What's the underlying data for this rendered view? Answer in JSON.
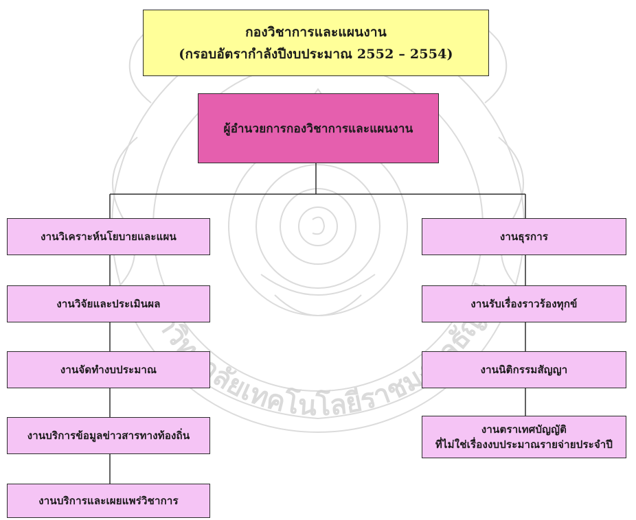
{
  "title": {
    "line1": "กองวิชาการและแผนงาน",
    "line2": "(กรอบอัตรากำลังปีงบประมาณ 2552 – 2554)"
  },
  "director": {
    "label": "ผู้อำนวยการกองวิชาการและแผนงาน"
  },
  "left_units": [
    {
      "label": "งานวิเคราะห์นโยบายและแผน"
    },
    {
      "label": "งานวิจัยและประเมินผล"
    },
    {
      "label": "งานจัดทำงบประมาณ"
    },
    {
      "label": "งานบริการข้อมูลข่าวสารทางท้องถิ่น"
    },
    {
      "label": "งานบริการและเผยแพร่วิชาการ"
    }
  ],
  "right_units": [
    {
      "label": "งานธุรการ"
    },
    {
      "label": "งานรับเรื่องราวร้องทุกข์"
    },
    {
      "label": "งานนิติกรรมสัญญา"
    },
    {
      "line1": "งานตราเทศบัญญัติ",
      "line2": "ที่ไม่ใช่เรื่องงบประมาณรายจ่ายประจำปี"
    }
  ],
  "watermark": {
    "text": "มหาวิทยาลัยเทคโนโลยีราชมงคลธัญบุรี"
  },
  "colors": {
    "title_fill": "#ffff99",
    "director_fill": "#e55fae",
    "unit_fill": "#f5c4f5",
    "line": "#2b2b2b"
  }
}
